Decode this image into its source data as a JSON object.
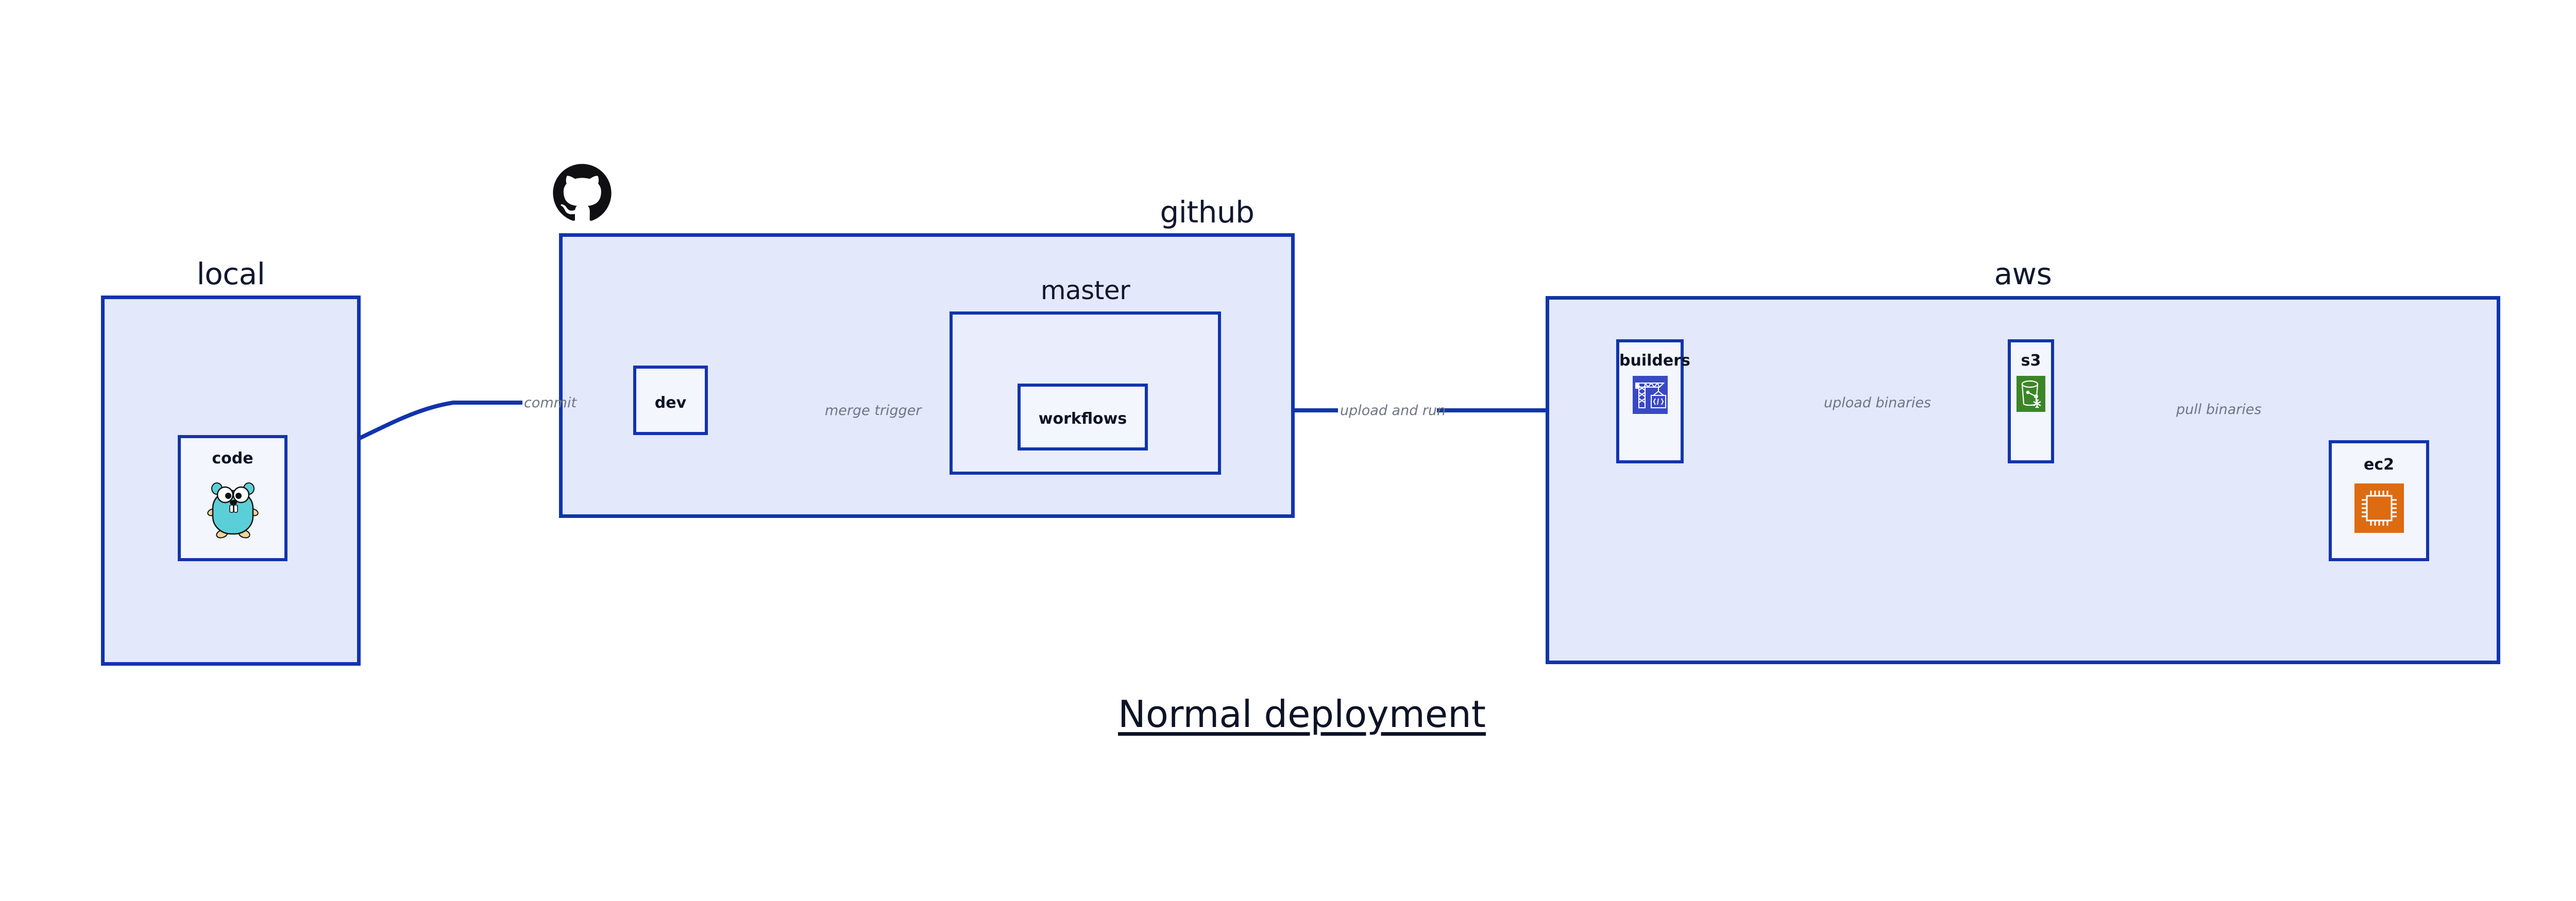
{
  "diagram": {
    "title": "Normal deployment",
    "groups": [
      {
        "id": "local",
        "label": "local"
      },
      {
        "id": "github",
        "label": "github"
      },
      {
        "id": "master",
        "label": "master"
      },
      {
        "id": "aws",
        "label": "aws"
      }
    ],
    "nodes": [
      {
        "id": "code",
        "label": "code",
        "icon": "go-gopher-icon"
      },
      {
        "id": "dev",
        "label": "dev",
        "icon": ""
      },
      {
        "id": "workflows",
        "label": "workflows",
        "icon": ""
      },
      {
        "id": "builders",
        "label": "builders",
        "icon": "aws-builder-crane-icon"
      },
      {
        "id": "s3",
        "label": "s3",
        "icon": "aws-s3-bucket-icon"
      },
      {
        "id": "ec2",
        "label": "ec2",
        "icon": "aws-ec2-chip-icon"
      }
    ],
    "edges": [
      {
        "id": "code-to-dev",
        "label": "commit"
      },
      {
        "id": "dev-to-workflows",
        "label": "merge trigger"
      },
      {
        "id": "workflows-to-builders",
        "label": "upload and run"
      },
      {
        "id": "builders-to-s3",
        "label": "upload binaries"
      },
      {
        "id": "s3-to-ec2",
        "label": "pull binaries"
      }
    ],
    "logos": [
      {
        "id": "github-logo",
        "name": "github-octocat-icon"
      }
    ],
    "colors": {
      "line": "#1134ad",
      "group_fill": "#e3e8fb",
      "node_fill": "#eaeefc",
      "node_fill_pale": "#f4f6fd",
      "edge_label": "#6f7585",
      "text": "#0d1326",
      "builders_icon_bg": "#3949c6",
      "s3_icon_bg": "#3c8527",
      "ec2_icon_bg": "#dd6b11",
      "gopher_body": "#5bcfd8",
      "background": "#ffffff"
    }
  }
}
